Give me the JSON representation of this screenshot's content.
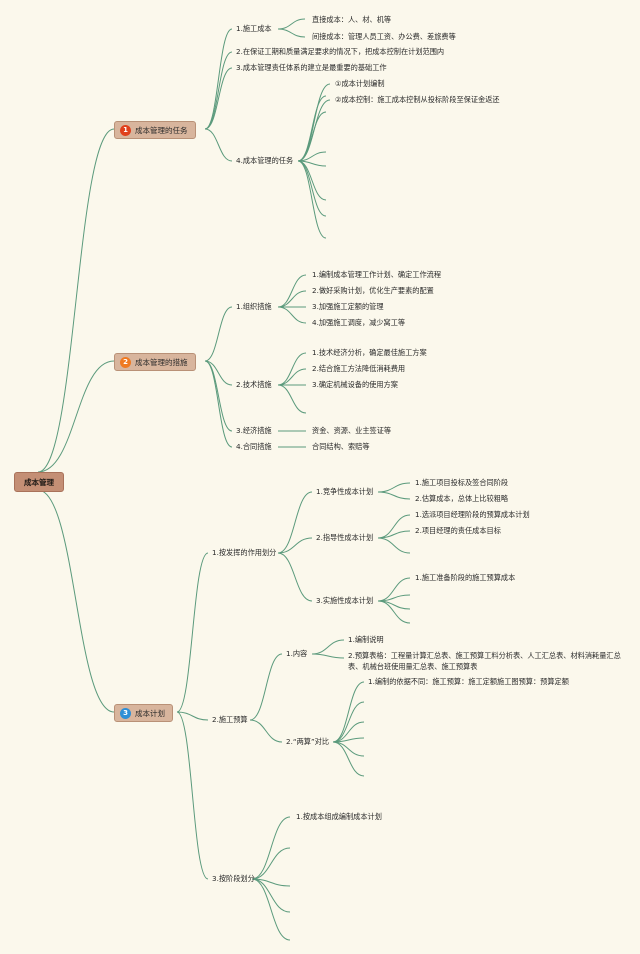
{
  "colors": {
    "background": "#fbf8ec",
    "branch_line": "#5b9a7c",
    "root_fill": "#c48f75",
    "main_fill": "#d8b59d",
    "badge_1": "#e0401c",
    "badge_2": "#ef7a22",
    "badge_3": "#2f8fd6"
  },
  "root": "成本管理",
  "branches": [
    {
      "badge": "1",
      "label": "成本管理的任务",
      "items": [
        {
          "label": "1.施工成本",
          "children": [
            "直接成本：人、材、机等",
            "间接成本：管理人员工资、办公费、差旅费等"
          ]
        },
        {
          "label": "2.在保证工期和质量满足要求的情况下，把成本控制在计划范围内"
        },
        {
          "label": "3.成本管理责任体系的建立是最重要的基础工作"
        },
        {
          "label": "4.成本管理的任务",
          "children": [
            "①成本计划编制",
            "②成本控制：施工成本控制从投标阶段至保证金返还"
          ]
        }
      ]
    },
    {
      "badge": "2",
      "label": "成本管理的措施",
      "items": [
        {
          "label": "1.组织措施",
          "children": [
            "1.编制成本管理工作计划、确定工作流程",
            "2.做好采购计划，优化生产要素的配置",
            "3.加强施工定额的管理",
            "4.加强施工调度，减少窝工等"
          ]
        },
        {
          "label": "2.技术措施",
          "children": [
            "1.技术经济分析，确定最佳施工方案",
            "2.结合施工方法降低消耗费用",
            "3.确定机械设备的使用方案"
          ]
        },
        {
          "label": "3.经济措施",
          "children": [
            "资金、资源、业主签证等"
          ]
        },
        {
          "label": "4.合同措施",
          "children": [
            "合同结构、索赔等"
          ]
        }
      ]
    },
    {
      "badge": "3",
      "label": "成本计划",
      "items": [
        {
          "label": "1.按发挥的作用划分",
          "children": [
            {
              "label": "1.竞争性成本计划",
              "children": [
                "1.施工项目投标及签合同阶段",
                "2.估算成本，总体上比较粗略"
              ]
            },
            {
              "label": "2.指导性成本计划",
              "children": [
                "1.选派项目经理阶段的预算成本计划",
                "2.项目经理的责任成本目标"
              ]
            },
            {
              "label": "3.实施性成本计划",
              "children": [
                "1.施工准备阶段的施工预算成本"
              ]
            }
          ]
        },
        {
          "label": "2.施工预算",
          "children": [
            {
              "label": "1.内容",
              "children": [
                "1.编制说明",
                "2.预算表格：工程量计算汇总表、施工预算工料分析表、人工汇总表、材料消耗量汇总表、机械台班使用量汇总表、施工预算表"
              ]
            },
            {
              "label": "2.“两算”对比",
              "children": [
                "1.编制的依据不同：施工预算：施工定额施工图预算：预算定额"
              ]
            }
          ]
        },
        {
          "label": "3.按阶段划分",
          "children": [
            "1.按成本组成编制成本计划"
          ]
        }
      ]
    }
  ]
}
